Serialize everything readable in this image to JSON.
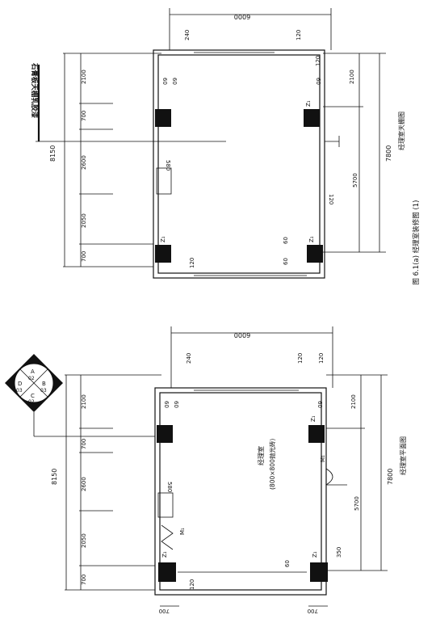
{
  "figure_caption": "图 6.1(a)  经理室装修图 (1)",
  "ceiling_plan": {
    "title": "经理室天棚图",
    "ceiling_note": "石膏板天棚乳胶漆",
    "dim_width": "6000",
    "dim_depth_total": "8150",
    "dim_depth_total_right": "7800",
    "dims_left": [
      "2100",
      "700",
      "2600",
      "2050",
      "700"
    ],
    "dims_right": [
      "2100",
      "5700"
    ],
    "small_dims": {
      "d240": "240",
      "d120a": "120",
      "d120b": "120",
      "d120c": "120",
      "d120d": "120",
      "d580": "580",
      "d60a": "60",
      "d60b": "60",
      "d60c": "60",
      "d60d": "60",
      "d60e": "60"
    },
    "column_labels": [
      "Z₁",
      "Z₁",
      "Z₁"
    ]
  },
  "floor_plan": {
    "title": "经理室平面图",
    "room_name": "经理室",
    "floor_spec": "(800×800抛光砖)",
    "dim_width": "6000",
    "dim_depth_total": "8150",
    "dim_depth_total_right": "7800",
    "dims_left": [
      "2100",
      "700",
      "2600",
      "2050",
      "700"
    ],
    "dims_right": [
      "2100",
      "5700"
    ],
    "small_dims": {
      "d240": "240",
      "d120a": "120",
      "d120b": "120",
      "d120c": "120",
      "d580": "580",
      "d60a": "60",
      "d60b": "60",
      "d60c": "60",
      "d60d": "60",
      "d350": "350",
      "d700a": "700",
      "d700b": "700"
    },
    "door_labels": [
      "M₁",
      "M₁"
    ],
    "column_labels": [
      "Z₁",
      "Z₁",
      "Z₁"
    ]
  },
  "elevation_index": {
    "top": "A",
    "top_sub": "02",
    "right": "B",
    "right_sub": "03",
    "bottom": "C",
    "bottom_sub": "02",
    "left": "D",
    "left_sub": "03"
  }
}
